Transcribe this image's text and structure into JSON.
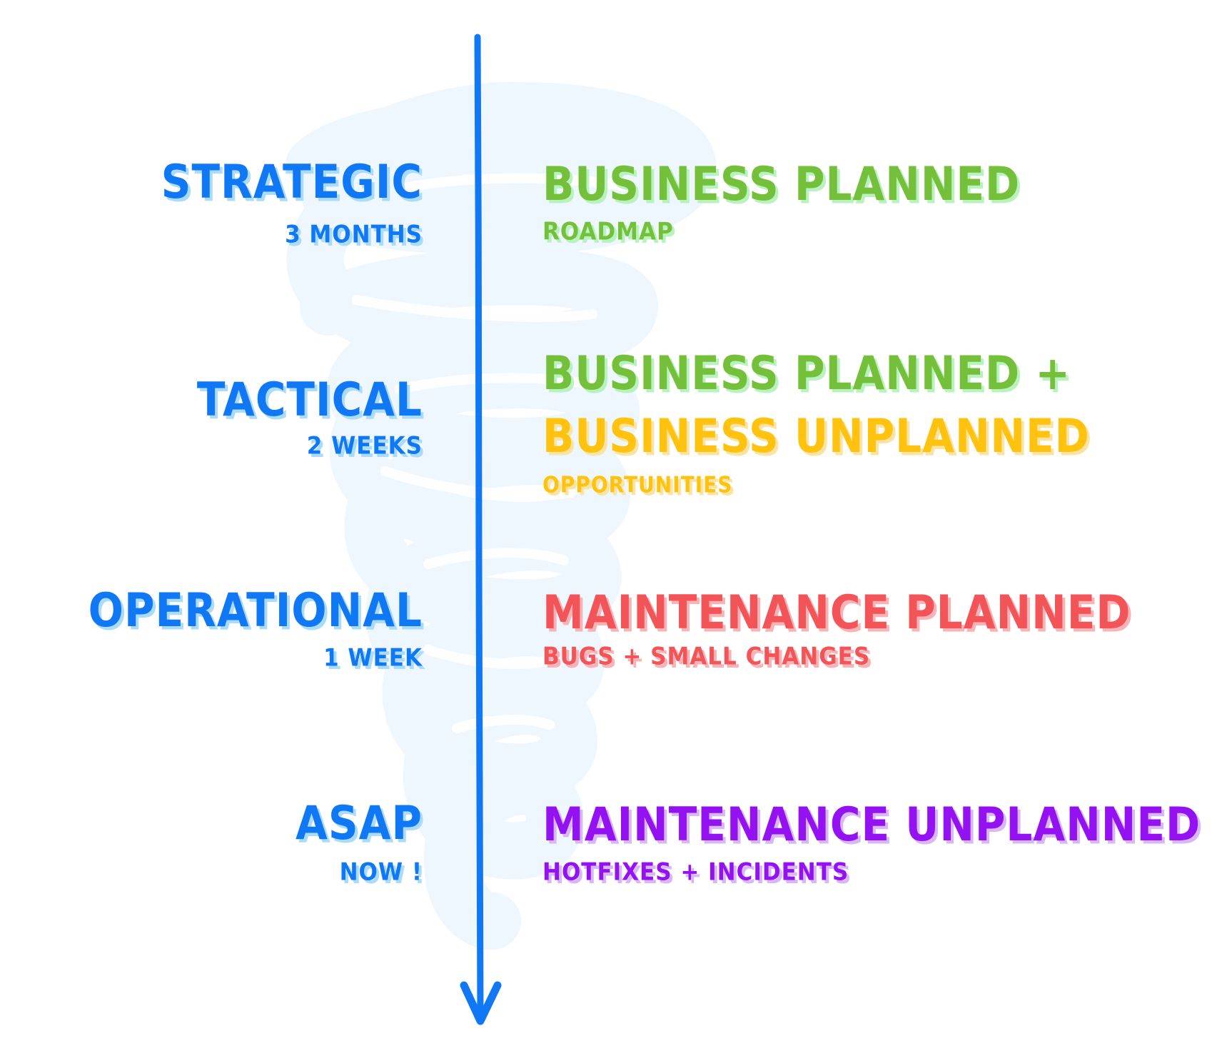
{
  "diagram": {
    "axis": {
      "direction": "downward",
      "color": "#1178F5",
      "icon": "down-arrow-icon"
    },
    "background": {
      "shape": "spiral-tornado",
      "color": "#EEF6FE"
    },
    "rows": [
      {
        "horizon": {
          "title": "Strategic",
          "duration": "3 months",
          "color": "#1178F5"
        },
        "work": [
          {
            "text": "Business Planned",
            "color": "#74C03A"
          }
        ],
        "note": {
          "text": "Roadmap",
          "color": "#74C03A"
        }
      },
      {
        "horizon": {
          "title": "Tactical",
          "duration": "2 weeks",
          "color": "#1178F5"
        },
        "work": [
          {
            "text": "Business Planned +",
            "color": "#74C03A"
          },
          {
            "text": "Business Unplanned",
            "color": "#FFC20E"
          }
        ],
        "note": {
          "text": "Opportunities",
          "color": "#FFC20E"
        }
      },
      {
        "horizon": {
          "title": "Operational",
          "duration": "1 week",
          "color": "#1178F5"
        },
        "work": [
          {
            "text": "Maintenance  Planned",
            "color": "#F25458"
          }
        ],
        "note": {
          "text": "Bugs + Small Changes",
          "color": "#F25458"
        }
      },
      {
        "horizon": {
          "title": "ASAP",
          "duration": "Now !",
          "color": "#1178F5"
        },
        "work": [
          {
            "text": "Maintenance  Unplanned",
            "color": "#9412F2"
          }
        ],
        "note": {
          "text": "Hotfixes + Incidents",
          "color": "#9412F2"
        }
      }
    ]
  }
}
